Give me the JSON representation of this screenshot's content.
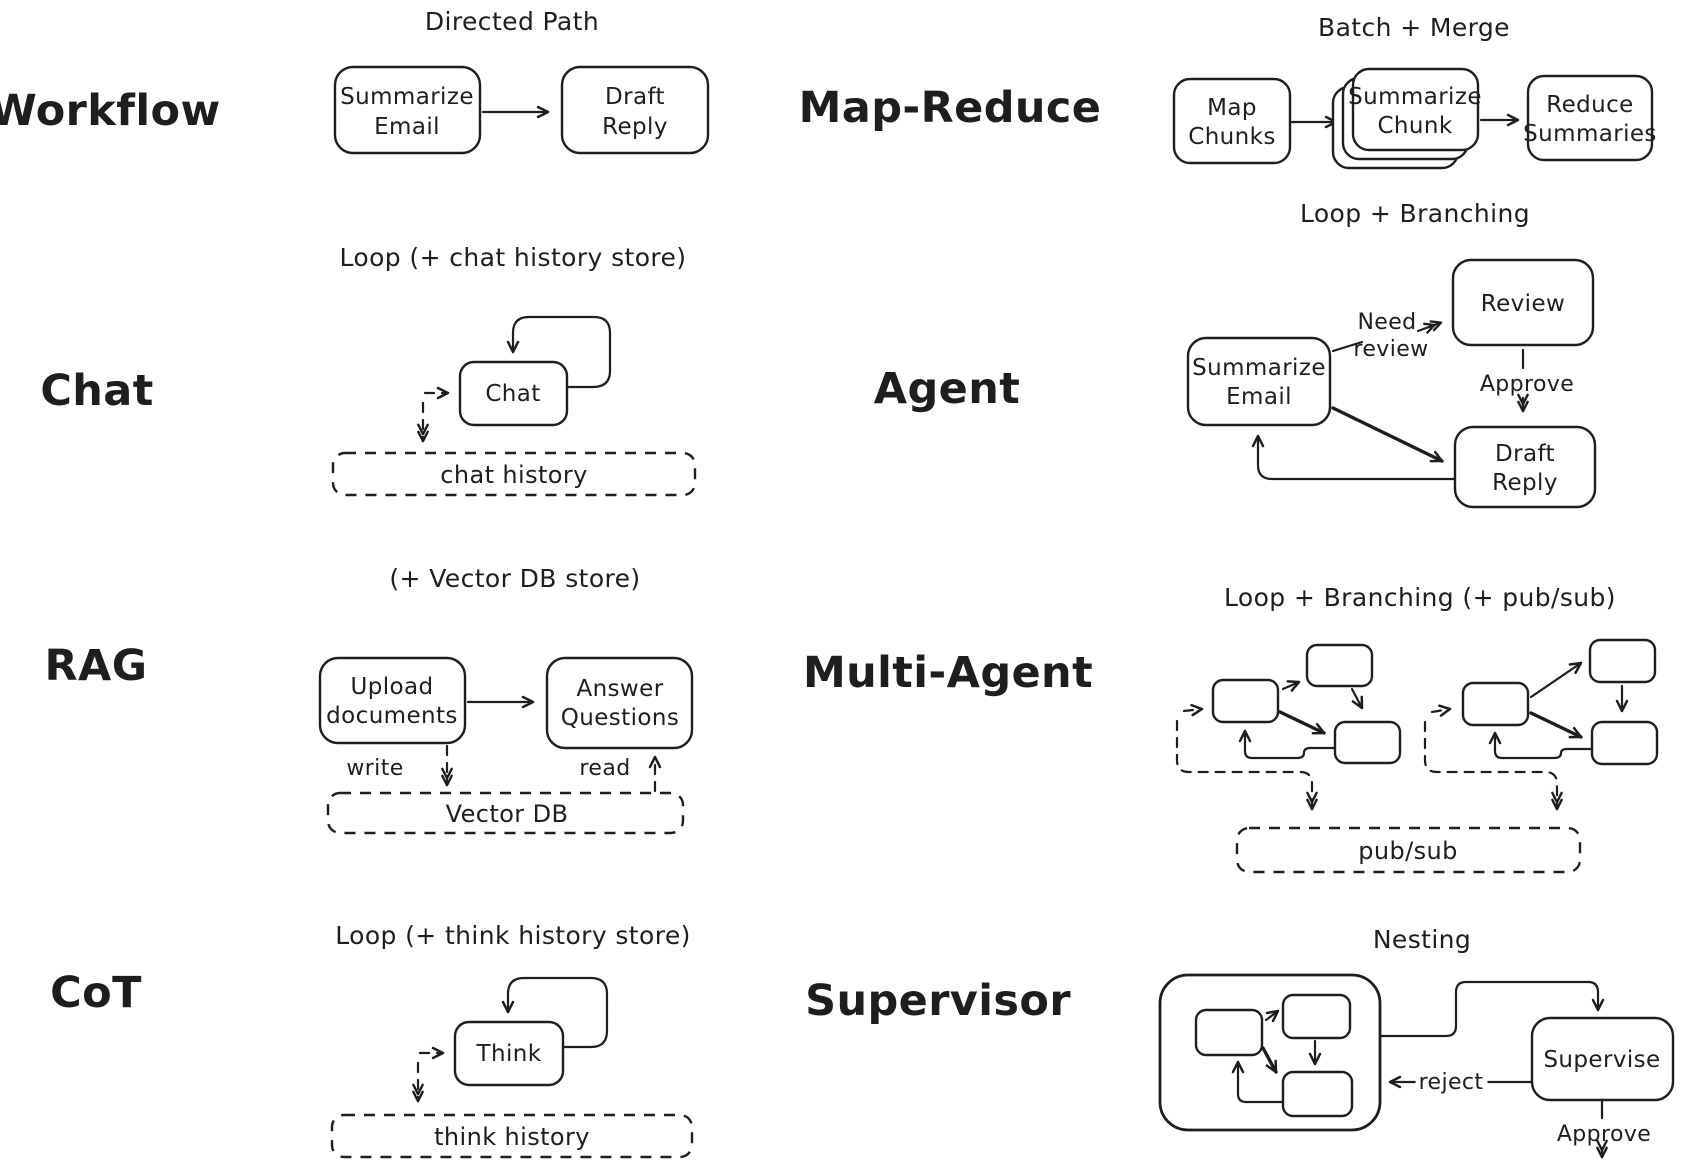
{
  "colors": {
    "ink": "#1e1e1e",
    "background": "#ffffff"
  },
  "workflow": {
    "label": "Workflow",
    "title": "Directed Path",
    "node1_l1": "Summarize",
    "node1_l2": "Email",
    "node2_l1": "Draft",
    "node2_l2": "Reply"
  },
  "map_reduce": {
    "label": "Map-Reduce",
    "title": "Batch + Merge",
    "node1_l1": "Map",
    "node1_l2": "Chunks",
    "node2_l1": "Summarize",
    "node2_l2": "Chunk",
    "node3_l1": "Reduce",
    "node3_l2": "Summaries"
  },
  "chat": {
    "label": "Chat",
    "title": "Loop (+ chat history store)",
    "node": "Chat",
    "store": "chat history"
  },
  "agent": {
    "label": "Agent",
    "title": "Loop + Branching",
    "node1_l1": "Summarize",
    "node1_l2": "Email",
    "node2": "Review",
    "node3_l1": "Draft",
    "node3_l2": "Reply",
    "edge_need_l1": "Need",
    "edge_need_l2": "review",
    "edge_approve": "Approve"
  },
  "rag": {
    "label": "RAG",
    "title": "(+ Vector DB store)",
    "node1_l1": "Upload",
    "node1_l2": "documents",
    "node2_l1": "Answer",
    "node2_l2": "Questions",
    "edge_write": "write",
    "edge_read": "read",
    "store": "Vector DB"
  },
  "multi_agent": {
    "label": "Multi-Agent",
    "title": "Loop + Branching (+ pub/sub)",
    "store": "pub/sub"
  },
  "cot": {
    "label": "CoT",
    "title": "Loop (+ think history store)",
    "node": "Think",
    "store": "think history"
  },
  "supervisor": {
    "label": "Supervisor",
    "title": "Nesting",
    "node": "Supervise",
    "edge_reject": "reject",
    "edge_approve": "Approve"
  }
}
